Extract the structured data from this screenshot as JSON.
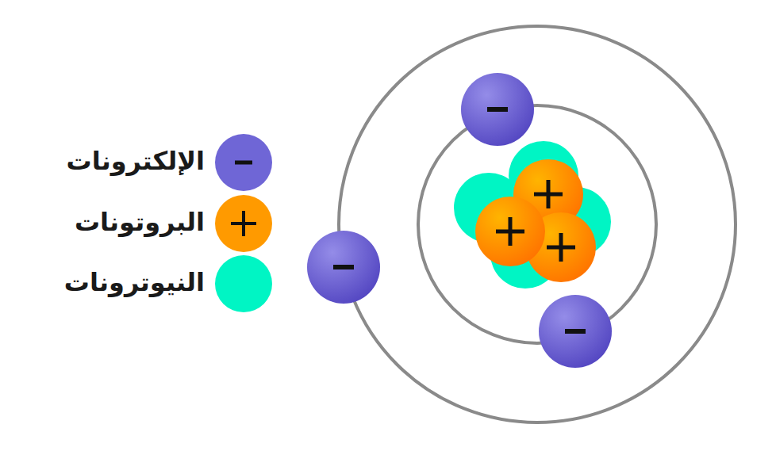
{
  "diagram": {
    "legend": [
      {
        "text": "الإلكترونات",
        "color": "#6f66d6"
      },
      {
        "text": "البروتونات",
        "color": "#ff9a00"
      },
      {
        "text": "النيوترونات",
        "color": "#00f5c4"
      }
    ]
  }
}
